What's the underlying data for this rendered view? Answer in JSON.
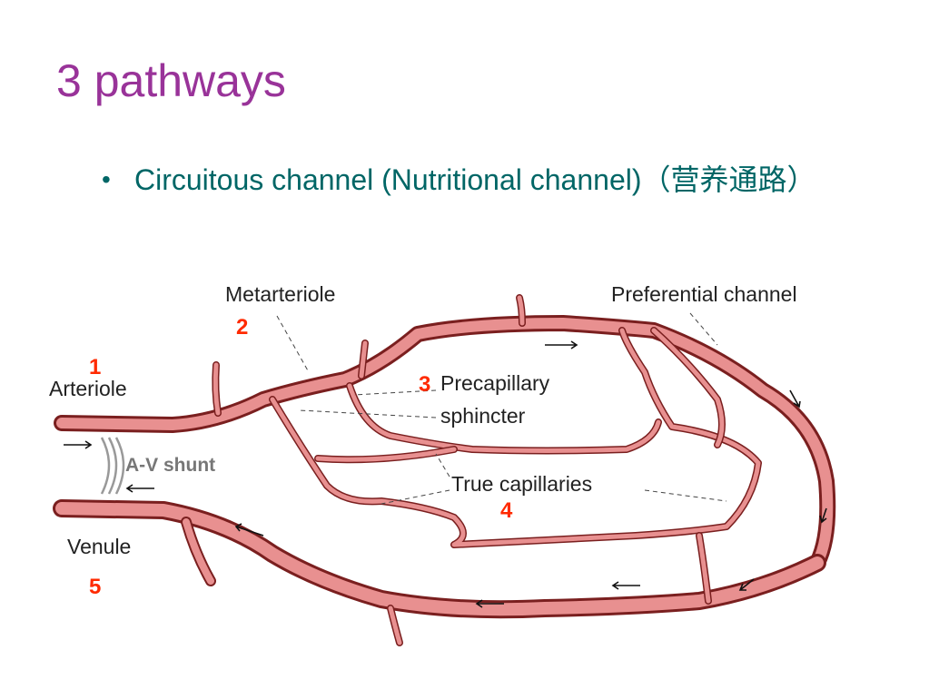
{
  "slide": {
    "title": "3 pathways",
    "bullet": "Circuitous channel (Nutritional channel)（营养通路）"
  },
  "diagram": {
    "labels": {
      "metarteriole": "Metarteriole",
      "preferential_channel": "Preferential channel",
      "arteriole": "Arteriole",
      "precapillary_line1": "Precapillary",
      "precapillary_line2": "sphincter",
      "true_capillaries": "True capillaries",
      "venule": "Venule",
      "av_shunt": "A-V shunt"
    },
    "markers": {
      "m1": "1",
      "m2": "2",
      "m3": "3",
      "m4": "4",
      "m5": "5"
    },
    "colors": {
      "vessel": "#e89090",
      "vessel_edge": "#7a1f1f",
      "marker": "#ff2a00",
      "title": "#993399",
      "bullet": "#006666"
    }
  }
}
